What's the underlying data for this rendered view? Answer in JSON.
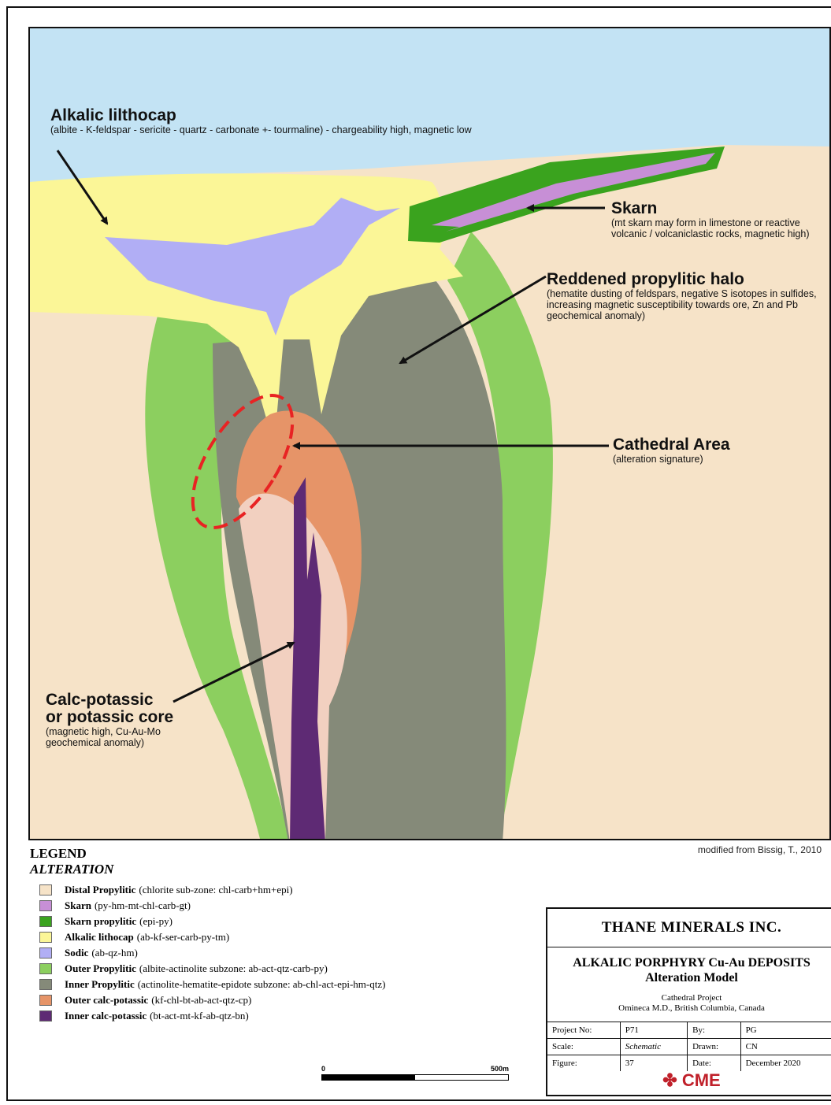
{
  "labels": {
    "lithocap": {
      "title": "Alkalic lilthocap",
      "desc": "(albite - K-feldspar - sericite - quartz - carbonate +- tourmaline) - chargeability high, magnetic low"
    },
    "skarn": {
      "title": "Skarn",
      "desc": "(mt skarn may form in limestone or reactive volcanic / volcaniclastic rocks, magnetic high)"
    },
    "halo": {
      "title": "Reddened propylitic halo",
      "desc": "(hematite dusting of feldspars, negative S isotopes in sulfides, increasing magnetic susceptibility towards ore, Zn and Pb geochemical anomaly)"
    },
    "cathedral": {
      "title": "Cathedral Area",
      "desc": "(alteration signature)"
    },
    "core": {
      "title_1": "Calc-potassic",
      "title_2": "or potassic core",
      "desc": "(magnetic high, Cu-Au-Mo geochemical anomaly)"
    }
  },
  "credit": "modified from Bissig, T., 2010",
  "legend": {
    "heading": "LEGEND",
    "subheading": "ALTERATION",
    "items": [
      {
        "name": "Distal Propylitic",
        "desc": "(chlorite sub-zone: chl-carb+hm+epi)",
        "color": "#f6e3c8"
      },
      {
        "name": "Skarn",
        "desc": "(py-hm-mt-chl-carb-gt)",
        "color": "#c78fd6"
      },
      {
        "name": "Skarn propylitic",
        "desc": "(epi-py)",
        "color": "#3aa31e"
      },
      {
        "name": "Alkalic lithocap",
        "desc": "(ab-kf-ser-carb-py-tm)",
        "color": "#fbf697"
      },
      {
        "name": "Sodic",
        "desc": "(ab-qz-hm)",
        "color": "#b1aef5"
      },
      {
        "name": "Outer Propylitic",
        "desc": "(albite-actinolite subzone: ab-act-qtz-carb-py)",
        "color": "#8ccf5f"
      },
      {
        "name": "Inner Propylitic",
        "desc": "(actinolite-hematite-epidote subzone: ab-chl-act-epi-hm-qtz)",
        "color": "#858a79"
      },
      {
        "name": "Outer calc-potassic",
        "desc": "(kf-chl-bt-ab-act-qtz-cp)",
        "color": "#e69468"
      },
      {
        "name": "Inner calc-potassic",
        "desc": "(bt-act-mt-kf-ab-qtz-bn)",
        "color": "#5e2a74"
      }
    ]
  },
  "scale": {
    "start": "0",
    "end": "500m"
  },
  "title_block": {
    "company": "THANE MINERALS INC.",
    "title_1": "ALKALIC PORPHYRY Cu-Au DEPOSITS",
    "title_2": "Alteration Model",
    "project": "Cathedral Project",
    "location": "Omineca M.D., British Columbia, Canada",
    "rows": [
      {
        "k1": "Project No:",
        "v1": "P71",
        "k2": "By:",
        "v2": "PG"
      },
      {
        "k1": "Scale:",
        "v1": "Schematic",
        "k2": "Drawn:",
        "v2": "CN"
      },
      {
        "k1": "Figure:",
        "v1": "37",
        "k2": "Date:",
        "v2": "December 2020"
      }
    ],
    "logo": "CME"
  }
}
